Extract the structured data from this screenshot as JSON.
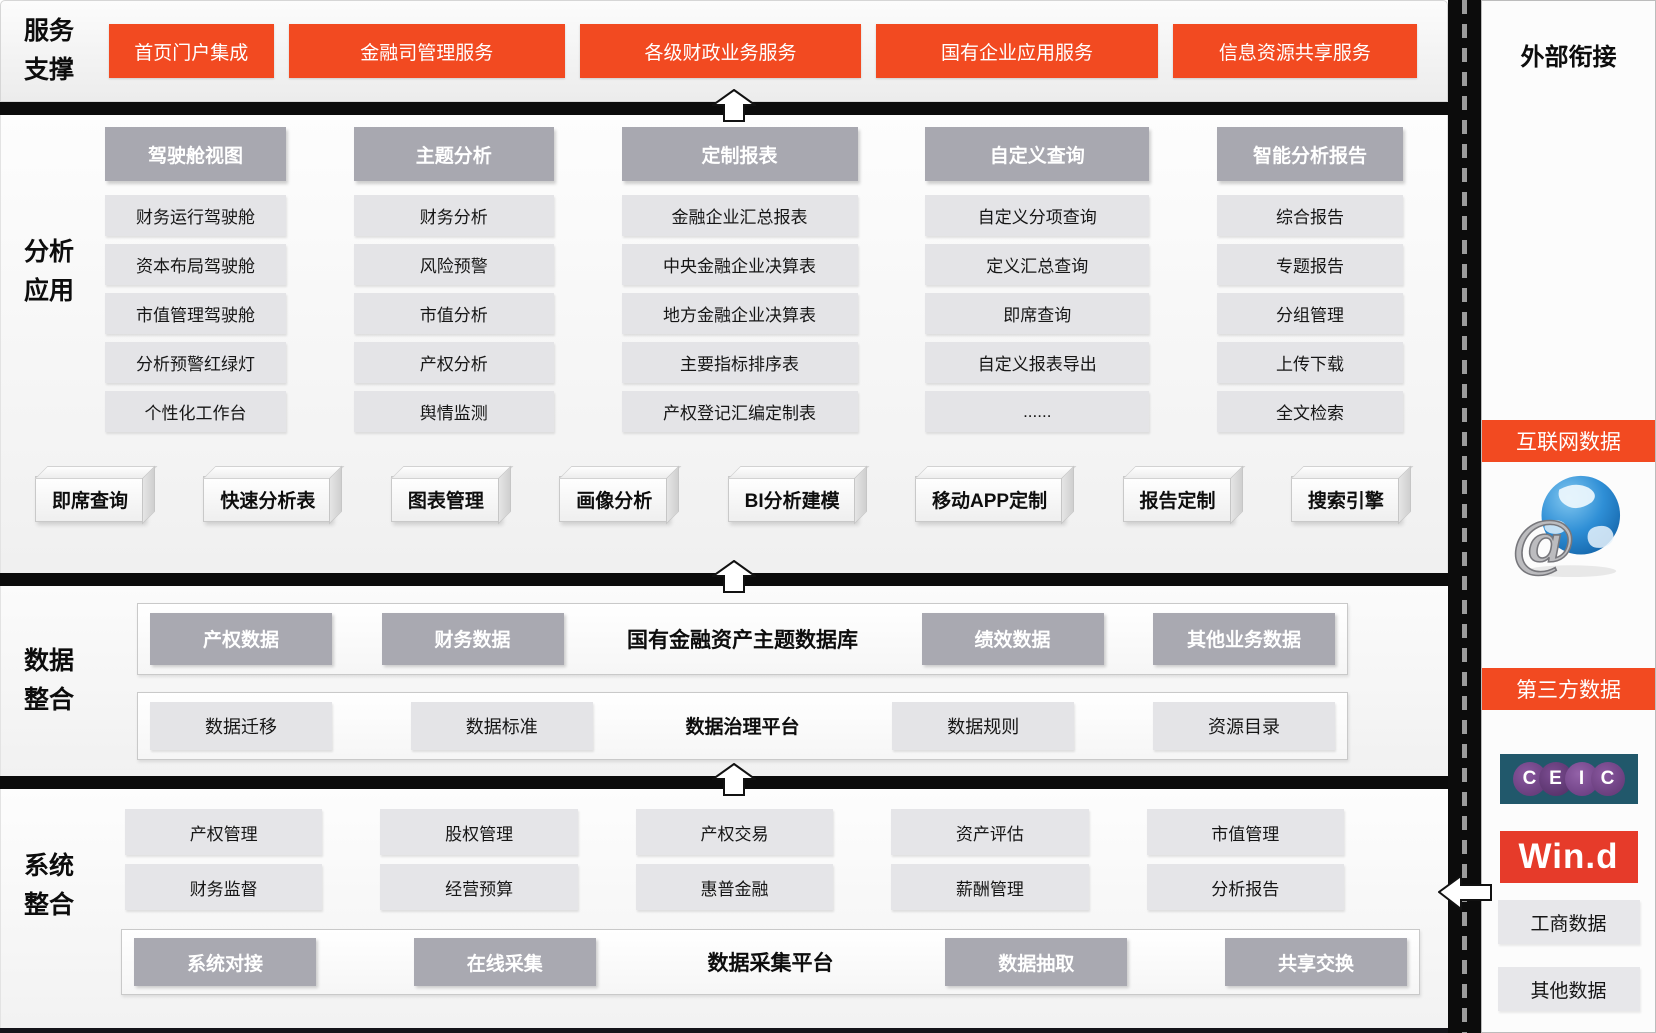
{
  "colors": {
    "accent_red": "#F24A21",
    "header_gray": "#A8A8B0",
    "item_gray": "#E4E4E7",
    "wind_red": "#E63B2A",
    "ceic_teal": "#21586B",
    "ceic_purple": "#7C4D92"
  },
  "icons": {
    "up_arrow": "block-arrow-up",
    "left_arrow": "block-arrow-left",
    "globe": "internet-globe-at"
  },
  "service_support": {
    "label_lines": [
      "服务",
      "支撑"
    ],
    "buttons": [
      "首页门户集成",
      "金融司管理服务",
      "各级财政业务服务",
      "国有企业应用服务",
      "信息资源共享服务"
    ]
  },
  "analysis_application": {
    "label_lines": [
      "分析",
      "应用"
    ],
    "columns": [
      {
        "header": "驾驶舱视图",
        "items": [
          "财务运行驾驶舱",
          "资本布局驾驶舱",
          "市值管理驾驶舱",
          "分析预警红绿灯",
          "个性化工作台"
        ]
      },
      {
        "header": "主题分析",
        "items": [
          "财务分析",
          "风险预警",
          "市值分析",
          "产权分析",
          "舆情监测"
        ]
      },
      {
        "header": "定制报表",
        "items": [
          "金融企业汇总报表",
          "中央金融企业决算表",
          "地方金融企业决算表",
          "主要指标排序表",
          "产权登记汇编定制表"
        ]
      },
      {
        "header": "自定义查询",
        "items": [
          "自定义分项查询",
          "定义汇总查询",
          "即席查询",
          "自定义报表导出",
          "......"
        ]
      },
      {
        "header": "智能分析报告",
        "items": [
          "综合报告",
          "专题报告",
          "分组管理",
          "上传下载",
          "全文检索"
        ]
      }
    ],
    "tools": [
      "即席查询",
      "快速分析表",
      "图表管理",
      "画像分析",
      "BI分析建模",
      "移动APP定制",
      "报告定制",
      "搜索引擎"
    ]
  },
  "data_integration": {
    "label_lines": [
      "数据",
      "整合"
    ],
    "theme_db_row": {
      "left_boxes": [
        "产权数据",
        "财务数据"
      ],
      "title": "国有金融资产主题数据库",
      "right_boxes": [
        "绩效数据",
        "其他业务数据"
      ]
    },
    "governance_row": {
      "left_boxes": [
        "数据迁移",
        "数据标准"
      ],
      "title": "数据治理平台",
      "right_boxes": [
        "数据规则",
        "资源目录"
      ]
    }
  },
  "system_integration": {
    "label_lines": [
      "系统",
      "整合"
    ],
    "row1": [
      "产权管理",
      "股权管理",
      "产权交易",
      "资产评估",
      "市值管理"
    ],
    "row2": [
      "财务监督",
      "经营预算",
      "惠普金融",
      "薪酬管理",
      "分析报告"
    ],
    "collection_row": {
      "left_boxes": [
        "系统对接",
        "在线采集"
      ],
      "title": "数据采集平台",
      "right_boxes": [
        "数据抽取",
        "共享交换"
      ]
    }
  },
  "external": {
    "title": "外部衔接",
    "internet_tag": "互联网数据",
    "third_party_tag": "第三方数据",
    "ceic_letters": [
      "C",
      "E",
      "I",
      "C"
    ],
    "wind_label": "Win.d",
    "boxes": [
      "工商数据",
      "其他数据"
    ]
  }
}
